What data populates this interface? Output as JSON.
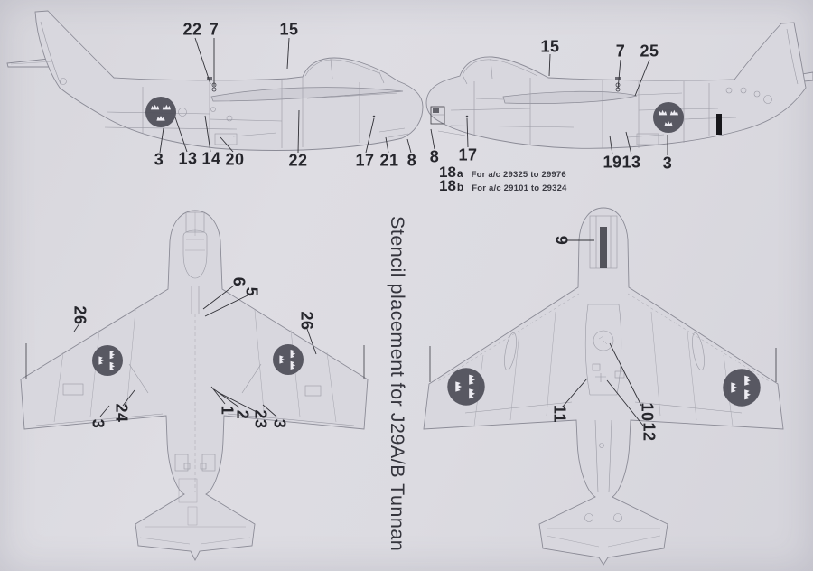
{
  "caption": "Stencil placement for J29A/B Tunnan",
  "notes": [
    {
      "num": "18",
      "sub": "a",
      "text": "For a/c 29325 to 29976"
    },
    {
      "num": "18",
      "sub": "b",
      "text": "For a/c 29101 to 29324"
    }
  ],
  "views": {
    "side_left": {
      "callouts": [
        "22",
        "7",
        "15",
        "3",
        "13",
        "14",
        "20",
        "22",
        "17",
        "21",
        "8"
      ]
    },
    "side_right": {
      "callouts": [
        "15",
        "7",
        "25",
        "8",
        "17",
        "19",
        "13",
        "3"
      ]
    },
    "top": {
      "callouts": [
        "26",
        "6",
        "5",
        "26",
        "24",
        "3",
        "1",
        "2",
        "23",
        "3"
      ]
    },
    "bottom": {
      "callouts": [
        "9",
        "11",
        "10",
        "12"
      ]
    }
  },
  "colors": {
    "paper": "#dcdbe1",
    "ink": "#26262c",
    "outline": "#8b8b96",
    "airframe_fill": "#d8d7de",
    "roundel_disc": "#50505a",
    "roundel_crown": "#edecf2"
  }
}
